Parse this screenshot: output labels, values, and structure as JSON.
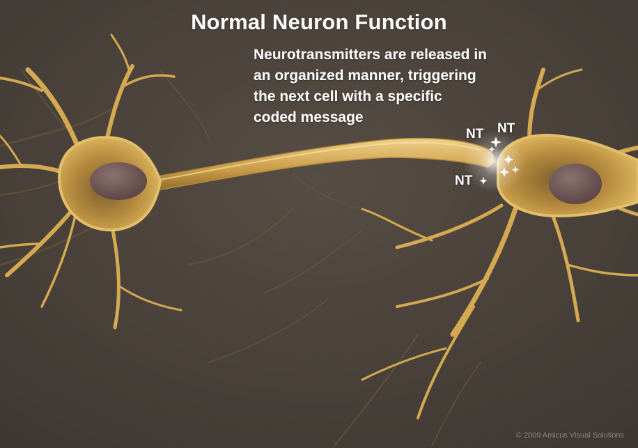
{
  "title": "Normal Neuron Function",
  "caption": {
    "lines": [
      "Neurotransmitters are released in",
      "an organized manner, triggering",
      "the next cell with a specific",
      "coded message"
    ]
  },
  "labels": {
    "nt_1": "NT",
    "nt_2": "NT",
    "nt_3": "NT"
  },
  "copyright": "© 2009 Amicus Visual Solutions",
  "colors": {
    "background": "#4a423a",
    "neuron": "#d4a951",
    "neuron_dark": "#8a6a2a",
    "nucleus": "#6b5452",
    "text": "#ffffff"
  }
}
